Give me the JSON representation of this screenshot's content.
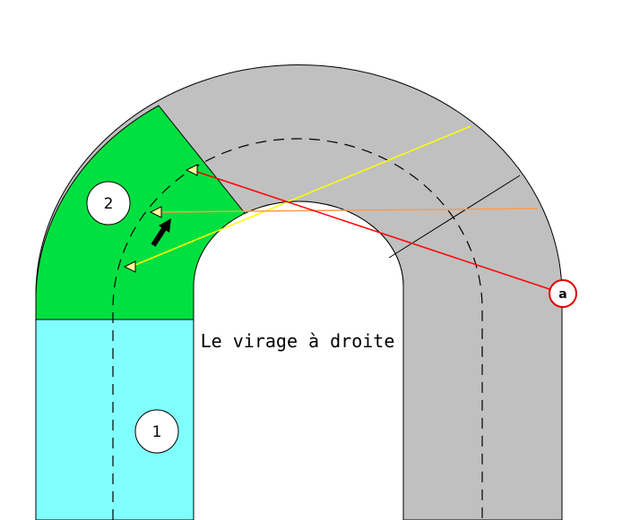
{
  "caption": "Le virage à droite",
  "zones": [
    {
      "id": "zone-1",
      "label": "1",
      "color": "#80ffff"
    },
    {
      "id": "zone-2",
      "label": "2",
      "color": "#00e040"
    }
  ],
  "road_color": "#c0c0c0",
  "marker": {
    "label": "a",
    "color": "#e00000"
  },
  "sight_lines": [
    {
      "name": "red-sight-line",
      "color": "#ff0000"
    },
    {
      "name": "orange-sight-line",
      "color": "#ff9a4a"
    },
    {
      "name": "yellow-sight-line",
      "color": "#ffff00"
    }
  ],
  "icons": [
    "direction-arrow-icon",
    "car-marker-icon"
  ]
}
